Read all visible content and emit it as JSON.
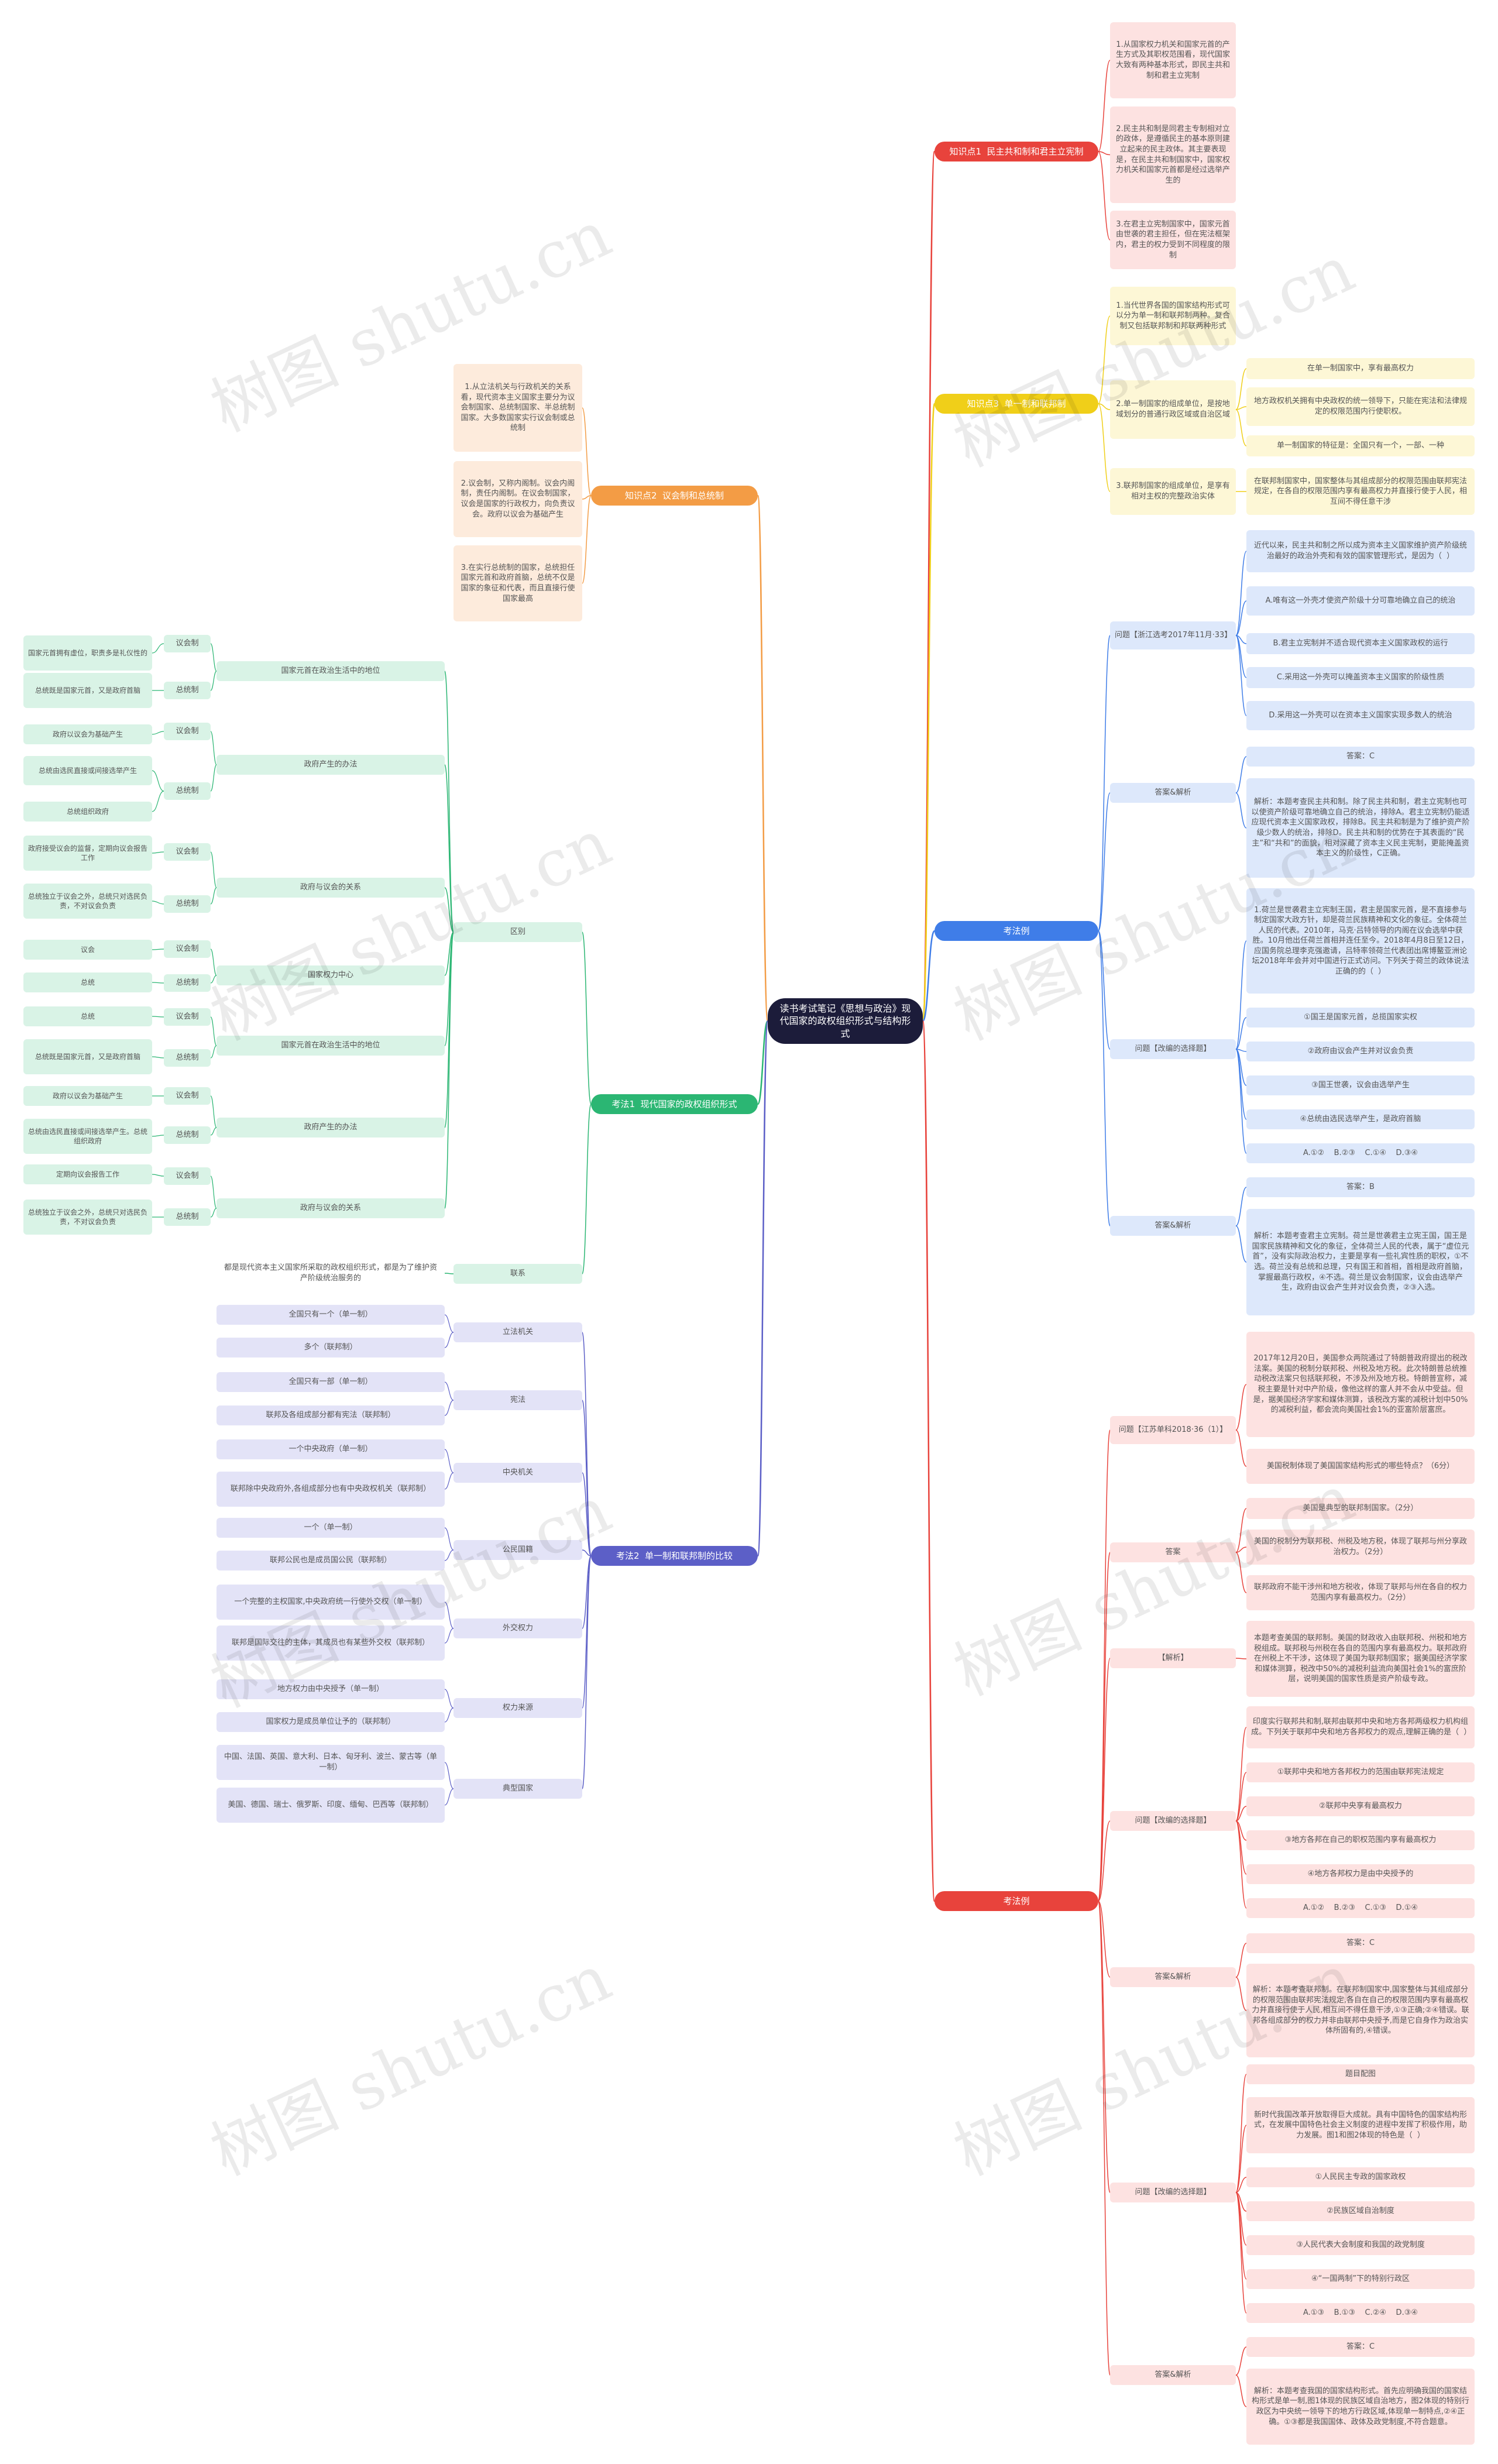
{
  "watermark": "树图 shutu.cn",
  "colors": {
    "root": "#1c1c3a",
    "red": "#e8433c",
    "red_fill": "#fde2e1",
    "orange": "#f39c45",
    "orange_fill": "#fdebdc",
    "yellow": "#f0cf19",
    "yellow_fill": "#fdf7d6",
    "green": "#2bb673",
    "green_fill": "#d9f3e6",
    "purple": "#5c5fc7",
    "purple_fill": "#e3e3f7",
    "blue": "#3f7de8",
    "blue_fill": "#dde8fb"
  },
  "root": "读书考试笔记《思想与政治》现代国家的政权组织形式与结构形式",
  "k1": {
    "label": "知识点1  民主共和制和君主立宪制",
    "items": [
      "1.从国家权力机关和国家元首的产生方式及其职权范围看，现代国家大致有两种基本形式，即民主共和制和君主立宪制",
      "2.民主共和制是同君主专制相对立的政体，是遵循民主的基本原则建立起来的民主政体。其主要表现是，在民主共和制国家中，国家权力机关和国家元首都是经过选举产生的",
      "3.在君主立宪制国家中，国家元首由世袭的君主担任，但在宪法框架内，君主的权力受到不同程度的限制"
    ]
  },
  "k2": {
    "label": "知识点2  议会制和总统制",
    "items": [
      "1.从立法机关与行政机关的关系看，现代资本主义国家主要分为议会制国家、总统制国家、半总统制国家。大多数国家实行议会制或总统制",
      "2.议会制，又称内阁制。议会内阁制，责任内阁制。在议会制国家，议会是国家的行政权力，向负责议会。政府以议会为基础产生",
      "3.在实行总统制的国家，总统担任国家元首和政府首脑，总统不仅是国家的象征和代表，而且直接行使国家最高"
    ]
  },
  "k3": {
    "label": "知识点3  单一制和联邦制",
    "items": [
      "1.当代世界各国的国家结构形式可以分为单一制和联邦制两种。复合制又包括联邦制和邦联两种形式",
      "2.单一制国家的组成单位，是按地域划分的普通行政区域或自治区域",
      "3.联邦制国家的组成单位，是享有相对主权的完整政治实体"
    ],
    "sub2": [
      "在单一制国家中，享有最高权力",
      "地方政权机关拥有中央政权的统一领导下，只能在宪法和法律规定的权限范围内行使职权。",
      "单一制国家的特征是：全国只有一个，一部、一种"
    ],
    "sub3": "在联邦制国家中，国家整体与其组成部分的权限范围由联邦宪法规定，在各自的权限范围内享有最高权力并直接行使于人民，相互间不得任意干涉"
  },
  "ex1": {
    "label": "考法1  现代国家的政权组织形式",
    "qu_bie": "区别",
    "lian_xi": "联系",
    "lian_xi_text": "都是现代资本主义国家所采取的政权组织形式，都是为了维护资产阶级统治服务的",
    "groups": [
      {
        "label": "国家元首在政治生活中的地位",
        "items": [
          [
            "议会制",
            "国家元首拥有虚位，职责多是礼仪性的"
          ],
          [
            "总统制",
            "总统既是国家元首，又是政府首脑"
          ]
        ]
      },
      {
        "label": "政府产生的办法",
        "items": [
          [
            "议会制",
            "政府以议会为基础产生"
          ],
          [
            "总统制",
            "总统由选民直接或间接选举产生"
          ],
          [
            "",
            "总统组织政府"
          ]
        ]
      },
      {
        "label": "政府与议会的关系",
        "items": [
          [
            "议会制",
            "政府接受议会的监督，定期向议会报告工作"
          ],
          [
            "总统制",
            "总统独立于议会之外，总统只对选民负责，不对议会负责"
          ]
        ]
      },
      {
        "label": "国家权力中心",
        "items": [
          [
            "议会制",
            "议会"
          ],
          [
            "总统制",
            "总统"
          ]
        ]
      },
      {
        "label": "国家元首在政治生活中的地位",
        "items": [
          [
            "议会制",
            "总统"
          ],
          [
            "总统制",
            "总统既是国家元首，又是政府首脑"
          ]
        ]
      },
      {
        "label": "政府产生的办法",
        "items": [
          [
            "议会制",
            "政府以议会为基础产生"
          ],
          [
            "总统制",
            "总统由选民直接或间接选举产生。总统组织政府"
          ]
        ]
      },
      {
        "label": "政府与议会的关系",
        "items": [
          [
            "议会制",
            "定期向议会报告工作"
          ],
          [
            "总统制",
            "总统独立于议会之外，总统只对选民负责，不对议会负责"
          ]
        ]
      }
    ]
  },
  "ex2": {
    "label": "考法2  单一制和联邦制的比较",
    "groups": [
      {
        "label": "立法机关",
        "items": [
          "全国只有一个（单一制）",
          "多个（联邦制）"
        ]
      },
      {
        "label": "宪法",
        "items": [
          "全国只有一部（单一制）",
          "联邦及各组成部分都有宪法（联邦制）"
        ]
      },
      {
        "label": "中央机关",
        "items": [
          "一个中央政府（单一制）",
          "联邦除中央政府外,各组成部分也有中央政权机关（联邦制）"
        ]
      },
      {
        "label": "公民国籍",
        "items": [
          "一个（单一制）",
          "联邦公民也是成员国公民（联邦制）"
        ]
      },
      {
        "label": "外交权力",
        "items": [
          "一个完整的主权国家,中央政府统一行使外交权（单一制）",
          "联邦是国际交往的主体，其成员也有某些外交权（联邦制）"
        ]
      },
      {
        "label": "权力来源",
        "items": [
          "地方权力由中央授予（单一制）",
          "国家权力是成员单位让予的（联邦制）"
        ]
      },
      {
        "label": "典型国家",
        "items": [
          "中国、法国、英国、意大利、日本、匈牙利、波兰、蒙古等（单一制）",
          "美国、德国、瑞士、俄罗斯、印度、缅甸、巴西等（联邦制）"
        ]
      }
    ]
  },
  "kfl_blue": {
    "label": "考法例",
    "q1": {
      "label": "问题【浙江选考2017年11月·33】",
      "items": [
        "近代以来，民主共和制之所以成为资本主义国家维护资产阶级统治最好的政治外壳和有效的国家管理形式，是因为（  ）",
        "A.唯有这一外壳才使资产阶级十分可靠地确立自己的统治",
        "B.君主立宪制并不适合现代资本主义国家政权的运行",
        "C.采用这一外壳可以掩盖资本主义国家的阶级性质",
        "D.采用这一外壳可以在资本主义国家实现多数人的统治"
      ]
    },
    "a1": {
      "label": "答案&解析",
      "items": [
        "答案：C",
        "解析：本题考查民主共和制。除了民主共和制，君主立宪制也可以使资产阶级可靠地确立自己的统治，排除A。君主立宪制仍能适应现代资本主义国家政权，排除B。民主共和制是为了维护资产阶级少数人的统治，排除D。民主共和制的优势在于其表面的“民主”和“共和”的面貌，相对深藏了资本主义民主宪制，更能掩盖资本主义的阶级性，C正确。"
      ]
    },
    "q2": {
      "label": "问题【改编的选择题】",
      "items": [
        "1.荷兰是世袭君主立宪制王国，君主是国家元首，是不直接参与制定国家大政方针，却是荷兰民族精神和文化的象征。全体荷兰人民的代表。2010年，马克·吕特领导的内阁在议会选举中获胜。10月他出任荷兰首相并连任至今。2018年4月8日至12日，应国务院总理李克强邀请，吕特率领荷兰代表团出席博鳌亚洲论坛2018年年会并对中国进行正式访问。下列关于荷兰的政体说法正确的的（  ）",
        "①国王是国家元首，总揽国家实权",
        "②政府由议会产生并对议会负责",
        "③国王世袭，议会由选举产生",
        "④总统由选民选举产生，是政府首脑",
        "A.①②    B.②③    C.①④    D.③④"
      ]
    },
    "a2": {
      "label": "答案&解析",
      "items": [
        "答案：B",
        "解析：本题考查君主立宪制。荷兰是世袭君主立宪王国，国王是国家民族精神和文化的象征，全体荷兰人民的代表，属于“虚位元首”，没有实际政治权力，主要是享有一些礼宾性质的职权，①不选。荷兰没有总统和总理，只有国王和首相，首相是政府首脑，掌握最高行政权，④不选。荷兰是议会制国家，议会由选举产生，政府由议会产生并对议会负责，②③入选。"
      ]
    }
  },
  "kfl_red": {
    "label": "考法例",
    "q1": {
      "label": "问题【江苏单科2018·36（1）】",
      "items": [
        "2017年12月20日，美国参众两院通过了特朗普政府提出的税改法案。美国的税制分联邦税、州税及地方税。此次特朗普总统推动税改法案只包括联邦税，不涉及州及地方税。特朗普宣称，减税主要是针对中产阶级，像他这样的富人并不会从中受益。但是，据美国经济学家和媒体测算，该税改方案的减税计划中50%的减税利益，都会流向美国社会1%的亚富阶层富庶。",
        "美国税制体现了美国国家结构形式的哪些特点？（6分）"
      ]
    },
    "ans": {
      "label": "答案",
      "items": [
        "美国是典型的联邦制国家。（2分）",
        "美国的税制分为联邦税、州税及地方税，体现了联邦与州分享政治权力。（2分）",
        "联邦政府不能干涉州和地方税收，体现了联邦与州在各自的权力范围内享有最高权力。（2分）"
      ]
    },
    "jx": {
      "label": "【解析】",
      "text": "本题考查美国的联邦制。美国的财政收入由联邦税、州税和地方税组成。联邦税与州税在各自的范围内享有最高权力。联邦政府在州税上不干涉，这体现了美国为联邦制国家；据美国经济学家和媒体测算，税改中50%的减税利益流向美国社会1%的富庶阶层，说明美国的国家性质是资产阶级专政。"
    },
    "q2": {
      "label": "问题【改编的选择题】",
      "items": [
        "印度实行联邦共和制,联邦由联邦中央和地方各邦两级权力机构组成。下列关于联邦中央和地方各邦权力的观点,理解正确的是（  ）",
        "①联邦中央和地方各邦权力的范围由联邦宪法规定",
        "②联邦中央享有最高权力",
        "③地方各邦在自己的职权范围内享有最高权力",
        "④地方各邦权力是由中央授予的",
        "A.①②    B.②③    C.①③    D.①④"
      ]
    },
    "a2": {
      "label": "答案&解析",
      "items": [
        "答案：C",
        "解析：本题考查联邦制。在联邦制国家中,国家整体与其组成部分的权限范围由联邦宪法规定,各自在自己的权限范围内享有最高权力并直接行使于人民,相互间不得任意干涉,①③正确;②④错误。联邦各组成部分的权力并非由联邦中央授予,而是它自身作为政治实体所固有的,④错误。"
      ]
    },
    "q3": {
      "label": "问题【改编的选择题】",
      "items": [
        "题目配图",
        "新时代我国改革开放取得巨大成就。具有中国特色的国家结构形式，在发展中国特色社会主义制度的进程中发挥了积极作用，助力发展。图1和图2体现的特色是（  ）",
        "①人民民主专政的国家政权",
        "②民族区域自治制度",
        "③人民代表大会制度和我国的政党制度",
        "④“一国两制”下的特别行政区",
        "A.①③    B.①③    C.②④    D.③④"
      ]
    },
    "a3": {
      "label": "答案&解析",
      "items": [
        "答案：C",
        "解析：本题考查我国的国家结构形式。首先应明确我国的国家结构形式是单一制,图1体现的民族区域自治地方，图2体现的特别行政区为中央统一领导下的地方行政区域,体现单一制特点,②④正确。①③都是我国国体、政体及政党制度,不符合题意。"
      ]
    }
  }
}
